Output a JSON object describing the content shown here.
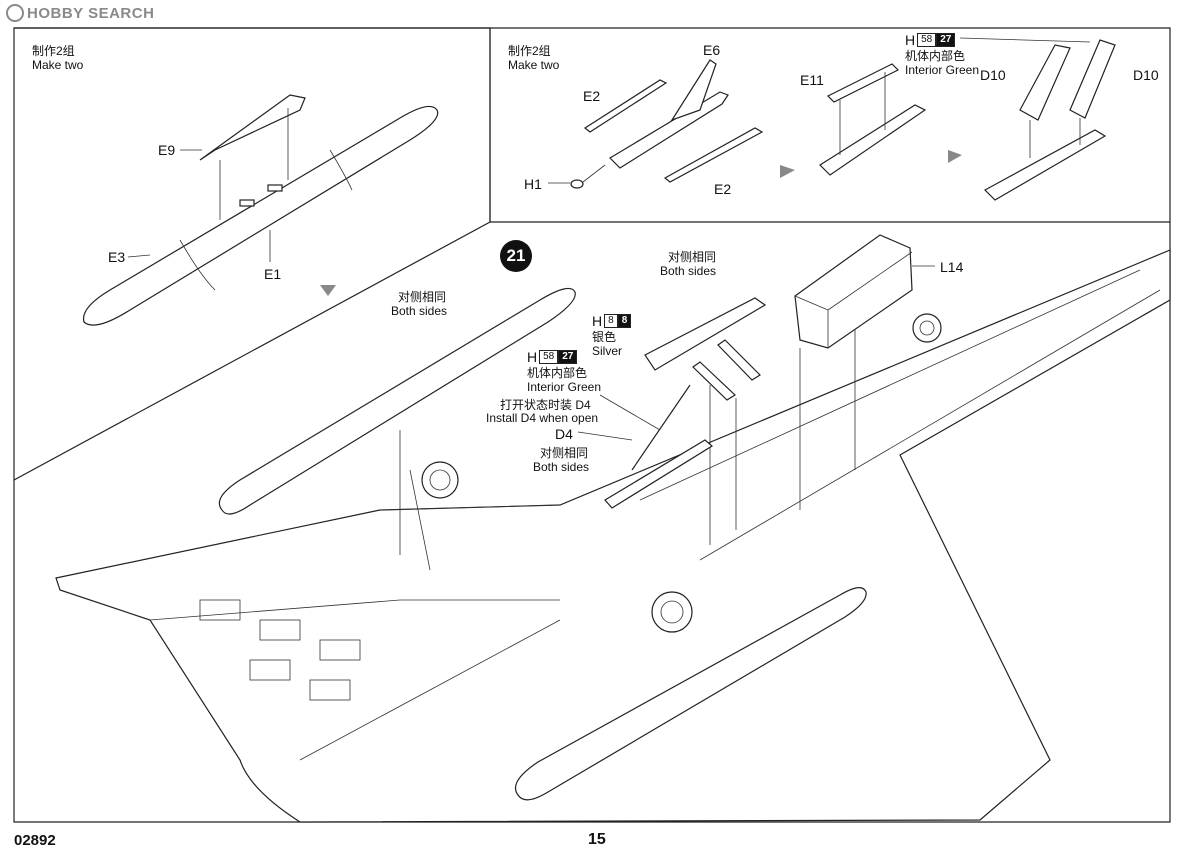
{
  "watermark": "HOBBY SEARCH",
  "footer": {
    "catalog_number": "02892",
    "page_number": "15"
  },
  "step_number": "21",
  "panel_left": {
    "note_cn": "制作2组",
    "note_en": "Make two",
    "parts": {
      "e9": "E9",
      "e3": "E3",
      "e1": "E1"
    }
  },
  "panel_right": {
    "note_cn": "制作2组",
    "note_en": "Make two",
    "parts": {
      "e6": "E6",
      "e2_top": "E2",
      "h1": "H1",
      "e2_bottom": "E2",
      "e11": "E11",
      "d10_left": "D10",
      "d10_right": "D10"
    },
    "paint": {
      "letter": "H",
      "code_a": "58",
      "code_b": "27",
      "cn": "机体内部色",
      "en": "Interior Green"
    }
  },
  "main": {
    "both_sides_top_cn": "对侧相同",
    "both_sides_top_en": "Both sides",
    "both_sides_left_cn": "对侧相同",
    "both_sides_left_en": "Both sides",
    "silver_paint": {
      "letter": "H",
      "code_a": "8",
      "code_b": "8",
      "cn": "银色",
      "en": "Silver"
    },
    "green_paint": {
      "letter": "H",
      "code_a": "58",
      "code_b": "27",
      "cn": "机体内部色",
      "en": "Interior Green"
    },
    "install_cn": "打开状态时装 D4",
    "install_en": "Install D4 when open",
    "d4": "D4",
    "both_sides_mid_cn": "对侧相同",
    "both_sides_mid_en": "Both sides",
    "l14": "L14"
  }
}
